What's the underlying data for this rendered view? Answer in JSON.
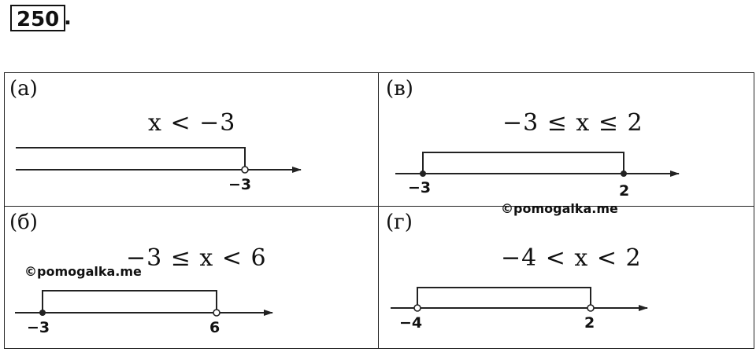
{
  "problem_number": "250",
  "problem_dot": ".",
  "watermark": "©pomogalka.me",
  "cells": {
    "a": {
      "label": "(а)",
      "inequality": "x < −3",
      "ticks": [
        "−3"
      ]
    },
    "v": {
      "label": "(в)",
      "inequality": "−3 ≤ x ≤ 2",
      "ticks": [
        "−3",
        "2"
      ]
    },
    "b": {
      "label": "(б)",
      "inequality": "−3 ≤ x < 6",
      "ticks": [
        "−3",
        "6"
      ]
    },
    "g": {
      "label": "(г)",
      "inequality": "−4 < x < 2",
      "ticks": [
        "−4",
        "2"
      ]
    }
  }
}
